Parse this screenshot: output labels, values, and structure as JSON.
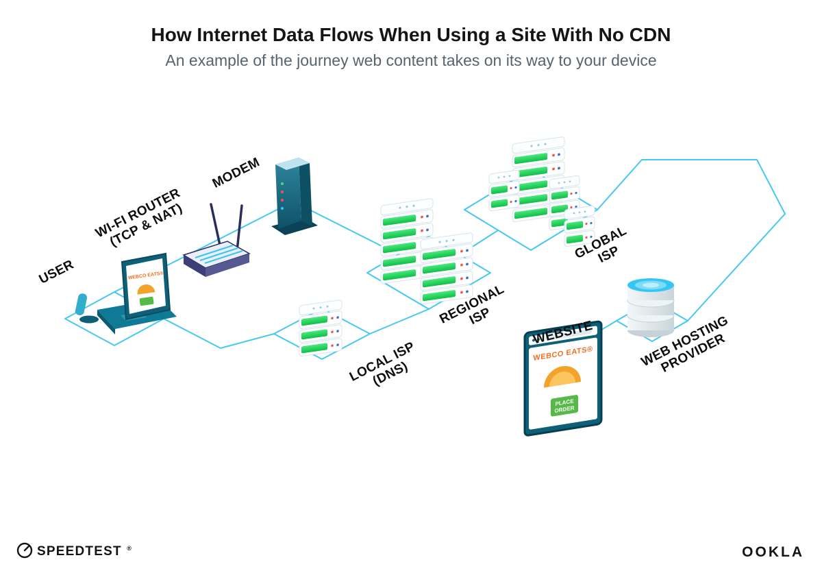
{
  "header": {
    "title": "How Internet Data Flows When Using a Site With No CDN",
    "subtitle": "An example of the journey web content takes on its way to your device"
  },
  "labels": {
    "user": "USER",
    "wifi_router_line1": "WI-FI ROUTER",
    "wifi_router_line2": "(TCP & NAT)",
    "modem": "MODEM",
    "local_isp_line1": "LOCAL ISP",
    "local_isp_line2": "(DNS)",
    "regional_isp_line1": "REGIONAL",
    "regional_isp_line2": "ISP",
    "global_isp_line1": "GLOBAL",
    "global_isp_line2": "ISP",
    "website": "WEBSITE",
    "web_hosting_line1": "WEB HOSTING",
    "web_hosting_line2": "PROVIDER"
  },
  "website_screen": {
    "brand": "WEBCO EATS®",
    "button_line1": "PLACE",
    "button_line2": "ORDER"
  },
  "laptop_screen": {
    "brand": "WEBCO EATS®"
  },
  "footer": {
    "speedtest": "SPEEDTEST",
    "speedtest_mark": "®",
    "ookla": "OOKLA"
  },
  "colors": {
    "connection_line": "#45c8f1",
    "server_green": "#1ed35b",
    "brand_orange": "#f26f21",
    "device_teal": "#0d6078"
  }
}
